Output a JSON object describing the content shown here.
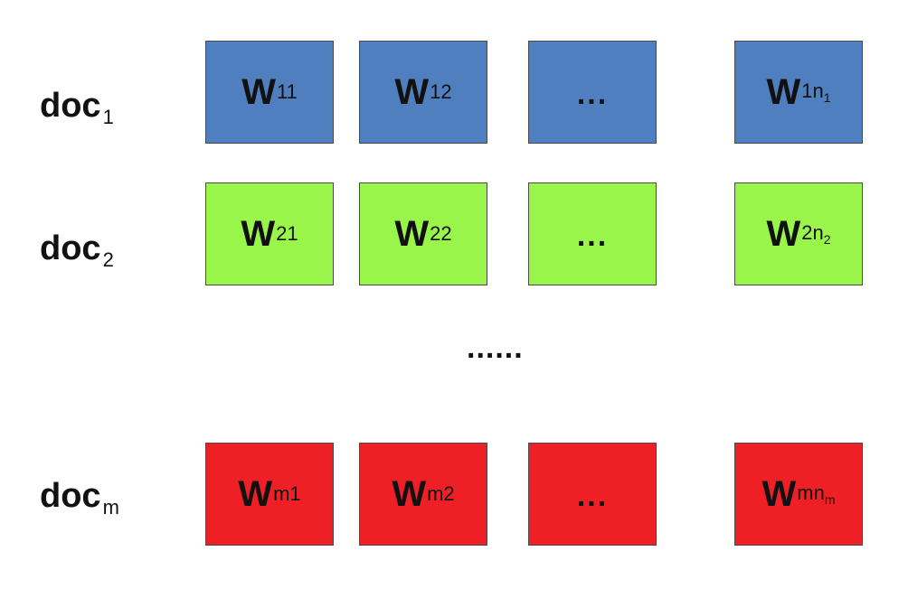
{
  "colors": {
    "row_1": "#4f7fbe",
    "row_2": "#99f54a",
    "row_m": "#ee1f25"
  },
  "rows": [
    {
      "label": "doc",
      "label_sub": "1",
      "cells": [
        {
          "main": "W",
          "sub": "11",
          "subsub": ""
        },
        {
          "main": "W",
          "sub": "12",
          "subsub": ""
        },
        {
          "main": "...",
          "sub": "",
          "subsub": ""
        },
        {
          "main": "W",
          "sub": "1n",
          "subsub": "1"
        }
      ]
    },
    {
      "label": "doc",
      "label_sub": "2",
      "cells": [
        {
          "main": "W",
          "sub": "21",
          "subsub": ""
        },
        {
          "main": "W",
          "sub": "22",
          "subsub": ""
        },
        {
          "main": "...",
          "sub": "",
          "subsub": ""
        },
        {
          "main": "W",
          "sub": "2n",
          "subsub": "2"
        }
      ]
    },
    {
      "label": "doc",
      "label_sub": "m",
      "cells": [
        {
          "main": "W",
          "sub": "m1",
          "subsub": ""
        },
        {
          "main": "W",
          "sub": "m2",
          "subsub": ""
        },
        {
          "main": "...",
          "sub": "",
          "subsub": ""
        },
        {
          "main": "W",
          "sub": "mn",
          "subsub": "m"
        }
      ]
    }
  ],
  "between_rows_ellipsis": "......"
}
